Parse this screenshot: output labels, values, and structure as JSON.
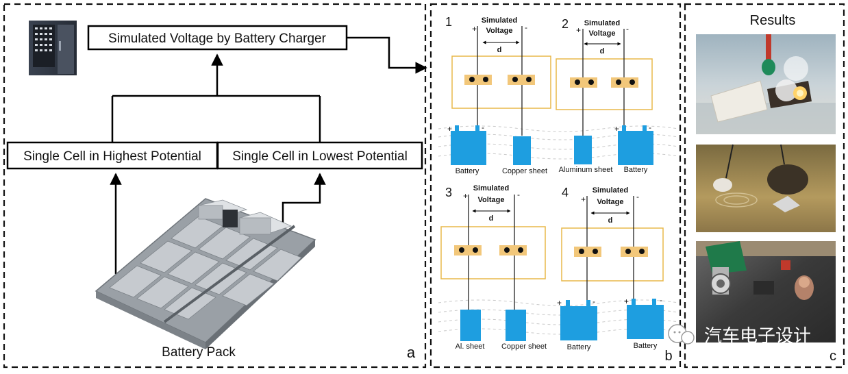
{
  "panel_a": {
    "top_box": "Simulated Voltage by Battery Charger",
    "left_box": "Single Cell in Highest Potential",
    "right_box": "Single Cell in Lowest Potential",
    "pack_label": "Battery Pack",
    "letter": "a"
  },
  "panel_b": {
    "letter": "b",
    "voltage_line1": "Simulated",
    "voltage_line2": "Voltage",
    "plus": "+",
    "minus": "-",
    "distance": "d",
    "scenarios": [
      {
        "number": "1",
        "left_label": "Battery",
        "right_label": "Copper sheet"
      },
      {
        "number": "2",
        "left_label": "Aluminum sheet",
        "right_label": "Battery"
      },
      {
        "number": "3",
        "left_label": "Al. sheet",
        "right_label": "Copper sheet"
      },
      {
        "number": "4",
        "left_label": "Battery",
        "right_label": "Battery"
      }
    ]
  },
  "panel_c": {
    "title": "Results",
    "letter": "c",
    "watermark": "汽车电子设计"
  },
  "colors": {
    "blue": "#1E9EE0",
    "gold": "#E8B84A",
    "tan": "#F2C77A"
  }
}
